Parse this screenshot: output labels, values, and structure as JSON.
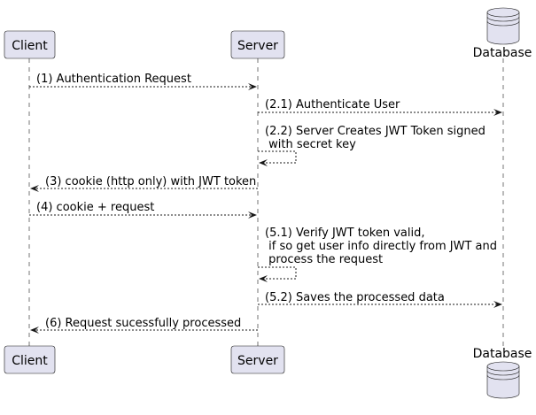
{
  "diagram": {
    "type": "sequence",
    "colors": {
      "participant_fill": "#E2E2F0",
      "line": "#181818",
      "text": "#000000",
      "background": "#FFFFFF"
    },
    "participants": [
      {
        "id": "client",
        "label": "Client",
        "shape": "box"
      },
      {
        "id": "server",
        "label": "Server",
        "shape": "box"
      },
      {
        "id": "database",
        "label": "Database",
        "shape": "database-icon"
      }
    ],
    "messages": [
      {
        "from": "client",
        "to": "server",
        "lines": [
          "(1) Authentication Request"
        ]
      },
      {
        "from": "server",
        "to": "database",
        "lines": [
          "(2.1) Authenticate User"
        ]
      },
      {
        "from": "server",
        "to": "server",
        "lines": [
          "(2.2) Server Creates JWT Token signed",
          " with secret key"
        ]
      },
      {
        "from": "server",
        "to": "client",
        "lines": [
          "(3) cookie (http only) with JWT token"
        ]
      },
      {
        "from": "client",
        "to": "server",
        "lines": [
          "(4) cookie + request"
        ]
      },
      {
        "from": "server",
        "to": "server",
        "lines": [
          "(5.1) Verify JWT token valid,",
          " if so get user info directly from JWT and",
          " process the request"
        ]
      },
      {
        "from": "server",
        "to": "database",
        "lines": [
          "(5.2) Saves the processed data"
        ]
      },
      {
        "from": "server",
        "to": "client",
        "lines": [
          "(6) Request sucessfully processed"
        ]
      }
    ]
  }
}
